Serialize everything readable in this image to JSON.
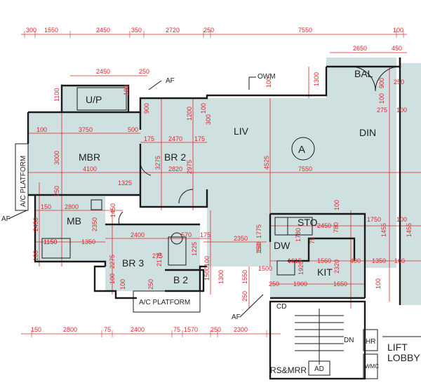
{
  "rooms": {
    "up": "U/P",
    "mbr": "MBR",
    "br2": "BR 2",
    "liv": "LIV",
    "din": "DIN",
    "grid_a": "A",
    "mb": "MB",
    "br3": "BR 3",
    "b2": "B 2",
    "sto": "STO",
    "dw": "DW",
    "kit": "KIT",
    "bal": "BAL",
    "cd": "CD",
    "dn": "DN",
    "hr": "HR",
    "wmc": "WMC",
    "rs_mrr": "RS&MRR",
    "ad": "AD",
    "lift_lobby_1": "LIFT",
    "lift_lobby_2": "LOBBY"
  },
  "labels": {
    "ac_platform_left": "A/C PLATFORM",
    "ac_platform_bottom": "A/C PLATFORM",
    "af_top": "AF",
    "af_left": "AF",
    "af_bottom": "AF",
    "owm": "OWM"
  },
  "dimensions": {
    "top_row": [
      "300",
      "1550",
      "2450",
      "350",
      "2720",
      "250",
      "7550",
      "100"
    ],
    "row2": [
      "2650",
      "450"
    ],
    "row3": [
      "2450",
      "250"
    ],
    "vert_left": [
      "1100",
      "3000",
      "250",
      "2450",
      "1150",
      "100"
    ],
    "mbr_row": [
      "100",
      "3750",
      "500"
    ],
    "mbr_row2": [
      "4100"
    ],
    "br2_row": [
      "175",
      "2470",
      "175"
    ],
    "br2_row2": [
      "2820"
    ],
    "liv_vert": [
      "1200",
      "100",
      "300",
      "4525",
      "3275",
      "2975",
      "1325"
    ],
    "din_row": [
      "7550"
    ],
    "bal_vert": [
      "1300",
      "900",
      "250",
      "100"
    ],
    "right_side": [
      "275",
      "100",
      "1750",
      "1455",
      "1455",
      "100"
    ],
    "mb_row": [
      "150",
      "2800",
      "1450",
      "2350",
      "1150",
      "1350"
    ],
    "br3_row": [
      "2400",
      "570",
      "175",
      "1225",
      "2350",
      "150"
    ],
    "br3_vert": [
      "2275",
      "2175",
      "100",
      "1500",
      "1300",
      "250",
      "100",
      "100",
      "250"
    ],
    "sto_row": [
      "2450",
      "780",
      "1775",
      "1780",
      "100",
      "75",
      "150",
      "1920",
      "1615",
      "1560",
      "2320",
      "400",
      "1350",
      "100",
      "1500"
    ],
    "kit_row": [
      "250",
      "1900",
      "1650",
      "1550",
      "100"
    ],
    "bottom_row": [
      "150",
      "2800",
      "75",
      "2400",
      "75",
      "1570",
      "250",
      "2300"
    ],
    "misc": [
      "100",
      "100",
      "900",
      "275"
    ]
  }
}
